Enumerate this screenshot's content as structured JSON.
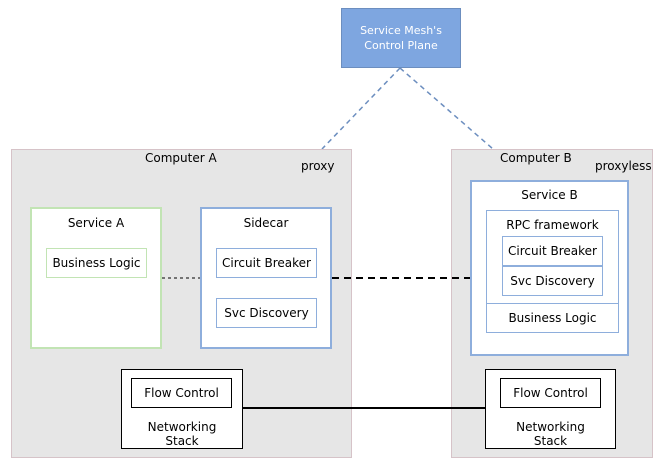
{
  "control_plane": {
    "line1": "Service Mesh's",
    "line2": "Control Plane"
  },
  "computer_a": {
    "title": "Computer A",
    "mode": "proxy",
    "service": {
      "title": "Service A",
      "business_logic": "Business Logic"
    },
    "sidecar": {
      "title": "Sidecar",
      "circuit_breaker": "Circuit Breaker",
      "svc_discovery": "Svc Discovery"
    },
    "networking": {
      "flow_control": "Flow Control",
      "line1": "Networking",
      "line2": "Stack"
    }
  },
  "computer_b": {
    "title": "Computer B",
    "mode": "proxyless",
    "service": {
      "title": "Service B",
      "rpc_title": "RPC framework",
      "circuit_breaker": "Circuit Breaker",
      "svc_discovery": "Svc Discovery",
      "business_logic": "Business Logic"
    },
    "networking": {
      "flow_control": "Flow Control",
      "line1": "Networking",
      "line2": "Stack"
    }
  },
  "colors": {
    "computer_bg": "#e6e6e6",
    "green_border": "#c2e4b4",
    "blue_border": "#8eaedc",
    "control_plane_fill": "#7ea6e0",
    "connector_dashed_blue": "#6c8ebf"
  }
}
